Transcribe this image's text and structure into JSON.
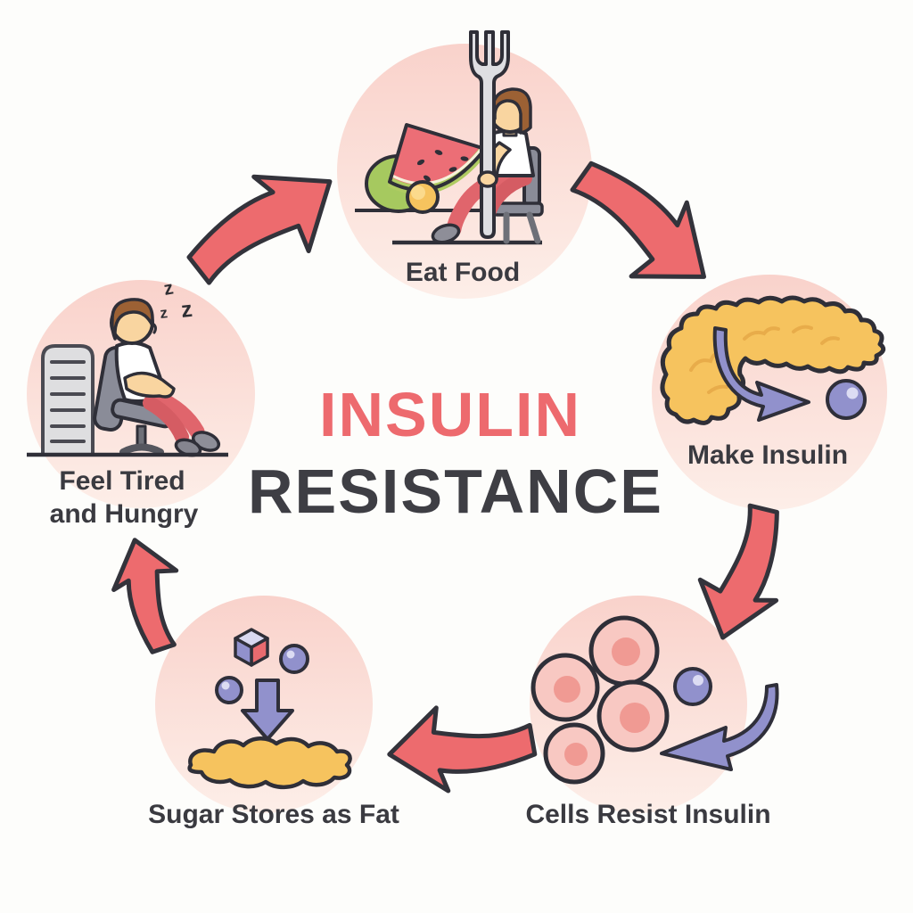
{
  "title": {
    "line1": "INSULIN",
    "line2": "RESISTANCE"
  },
  "steps": [
    {
      "id": "eat-food",
      "label": "Eat Food",
      "icon": "person-eating-watermelon-with-giant-fork"
    },
    {
      "id": "make-insulin",
      "label": "Make Insulin",
      "icon": "pancreas-releasing-insulin-ball"
    },
    {
      "id": "cells-resist-insulin",
      "label": "Cells Resist Insulin",
      "icon": "cells-rejecting-insulin-ball"
    },
    {
      "id": "sugar-stores-as-fat",
      "label": "Sugar Stores as Fat",
      "icon": "sugar-cube-and-glucose-turning-into-fat"
    },
    {
      "id": "feel-tired-and-hungry",
      "label": "Feel Tired and Hungry",
      "label_line1": "Feel Tired",
      "label_line2": "and Hungry",
      "icon": "person-sleeping-in-office-chair"
    }
  ],
  "sleep_z": [
    "z",
    "z",
    "z"
  ],
  "colors": {
    "background": "#fdfdfb",
    "title_red": "#ed6a6e",
    "title_dark": "#3e3e44",
    "label_dark": "#3a3a40",
    "arrow_red": "#ed6b6e",
    "circle_pink_top": "#f9d2cb",
    "circle_pink_bottom": "#fdeee8",
    "insulin_purple": "#9191cc",
    "purple_highlight": "#dcdcf3",
    "pancreas_yellow": "#f6c35e",
    "fat_yellow": "#f6c35e",
    "cell_body_pink": "#f8c8c2",
    "cell_nucleus_pink": "#f09a93",
    "watermelon_red": "#ec6e76",
    "melon_green": "#a6c95f",
    "skin": "#f9d5a0",
    "hair_brown": "#9c6134",
    "gray_light": "#dedee2",
    "gray_mid": "#8a8c98",
    "outline_dark": "#2f2f38"
  }
}
